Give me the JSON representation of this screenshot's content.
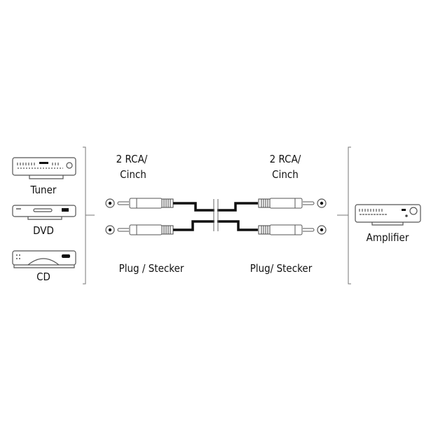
{
  "sources": [
    {
      "label": "Tuner",
      "icon": "tuner-icon"
    },
    {
      "label": "DVD",
      "icon": "dvd-player-icon"
    },
    {
      "label": "CD",
      "icon": "cd-player-icon"
    }
  ],
  "destination": {
    "label": "Amplifier",
    "icon": "amplifier-icon"
  },
  "left_connector": {
    "type": "2 RCA/",
    "type2": "Cinch",
    "kind": "Plug / Stecker"
  },
  "right_connector": {
    "type": "2 RCA/",
    "type2": "Cinch",
    "kind": "Plug/ Stecker"
  },
  "colors": {
    "line": "#111111",
    "outline": "#555555"
  }
}
